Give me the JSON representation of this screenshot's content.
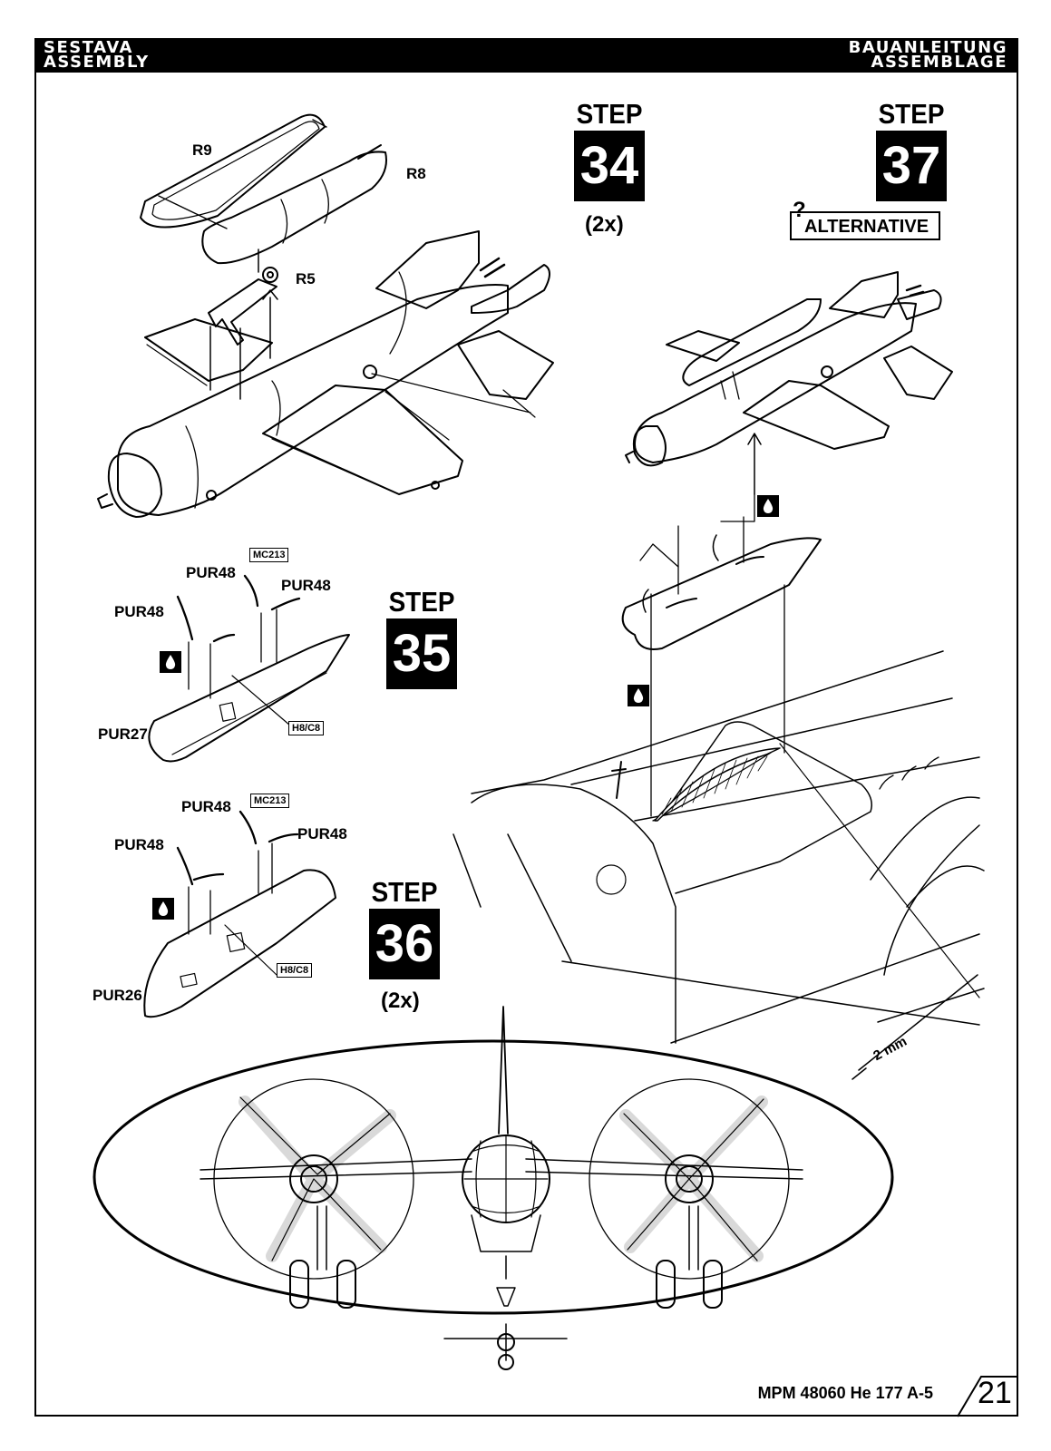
{
  "header": {
    "left_line1": "SESTAVA",
    "left_line2": "ASSEMBLY",
    "right_line1": "BAUANLEITUNG",
    "right_line2": "ASSEMBLAGE"
  },
  "steps": [
    {
      "label": "STEP",
      "number": "34",
      "multiplier": "(2x)"
    },
    {
      "label": "STEP",
      "number": "35",
      "multiplier": ""
    },
    {
      "label": "STEP",
      "number": "36",
      "multiplier": "(2x)"
    },
    {
      "label": "STEP",
      "number": "37",
      "multiplier": ""
    }
  ],
  "alternative": {
    "mark": "?",
    "label": "ALTERNATIVE"
  },
  "parts": {
    "r9": "R9",
    "r8": "R8",
    "r5": "R5",
    "pur48": "PUR48",
    "pur27": "PUR27",
    "pur26": "PUR26",
    "mc213": "MC213",
    "h8c8": "H8/C8"
  },
  "dimension": "2 mm",
  "footer": {
    "model": "MPM 48060  He 177 A-5",
    "page": "21"
  }
}
